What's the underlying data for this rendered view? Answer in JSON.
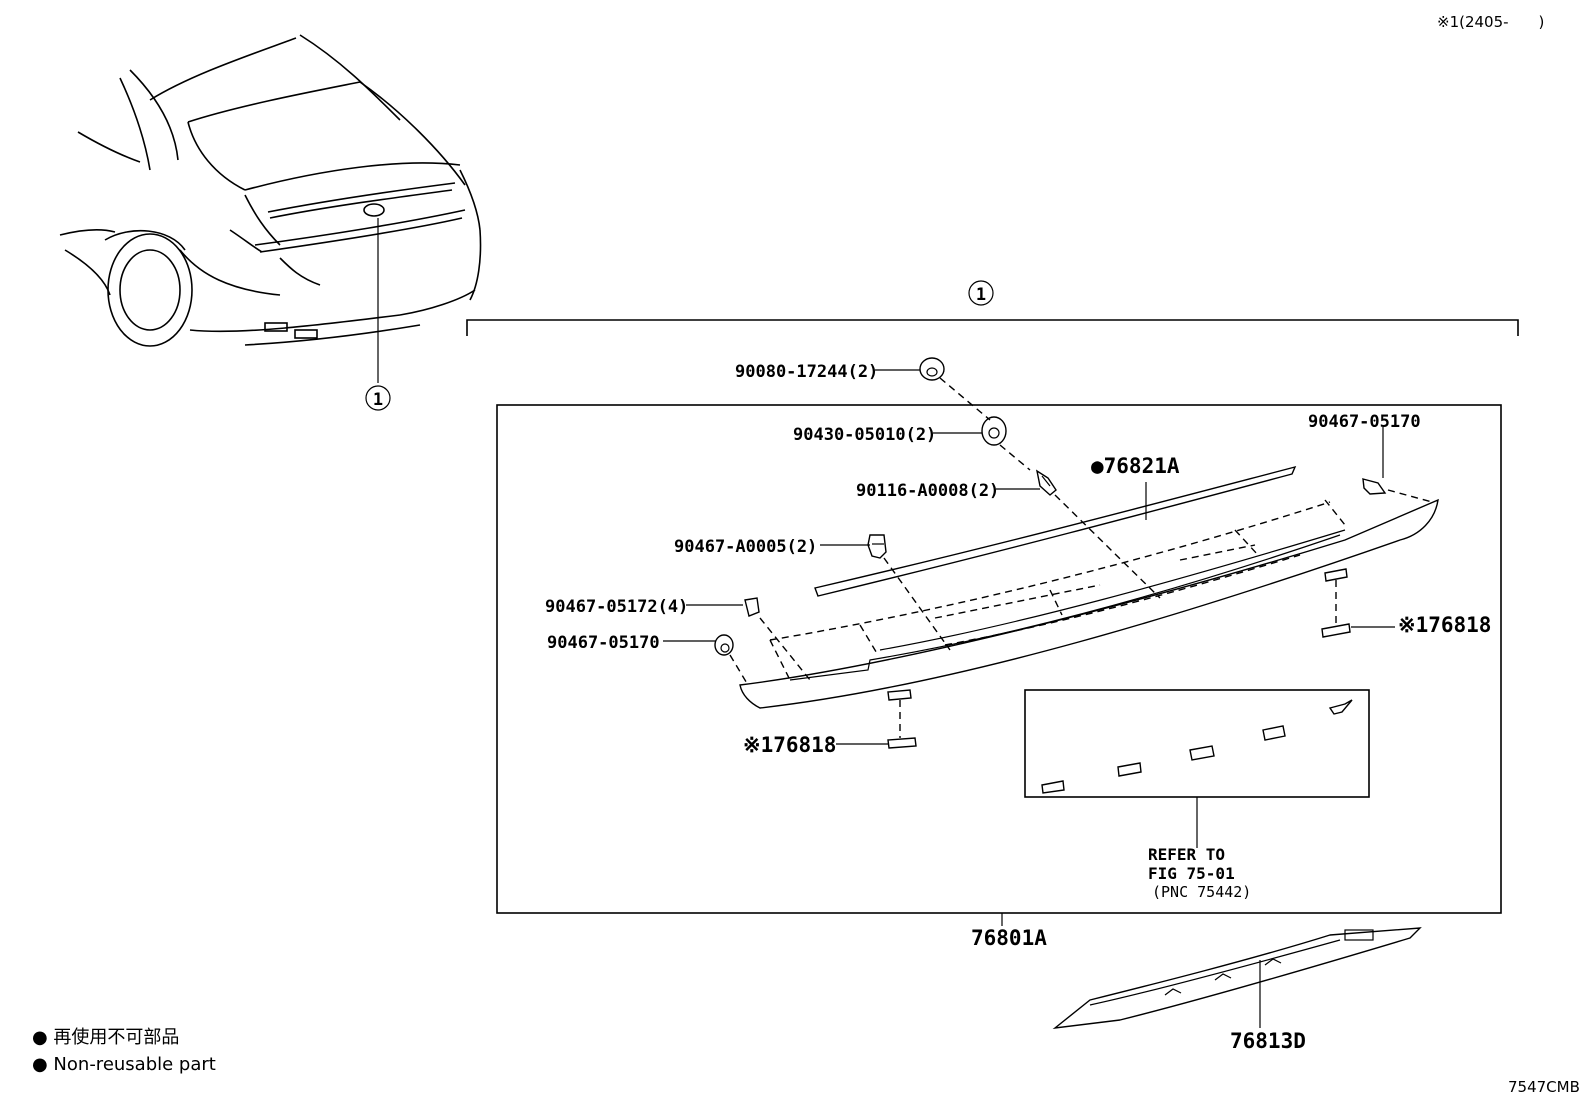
{
  "header_note": "※1(2405-　　)",
  "drawing_code": "7547CMB",
  "ref_circle_top": "1",
  "ref_circle_car": "1",
  "callouts": {
    "p_90080": "90080-17244(2)",
    "p_90430": "90430-05010(2)",
    "p_90116": "90116-A0008(2)",
    "p_90467_a0005": "90467-A0005(2)",
    "p_90467_05172": "90467-05172(4)",
    "p_90467_05170_left": "90467-05170",
    "p_90467_05170_right": "90467-05170",
    "p_76821a": "●76821A",
    "p_76818_left": "※176818",
    "p_76818_right": "※176818",
    "p_76801a": "76801A",
    "p_76813d": "76813D"
  },
  "refer_box": {
    "line1": "REFER TO",
    "line2": "FIG 75-01",
    "line3": "(PNC 75442)"
  },
  "legend": {
    "line_jp": "● 再使用不可部品",
    "line_en": "● Non-reusable part"
  }
}
